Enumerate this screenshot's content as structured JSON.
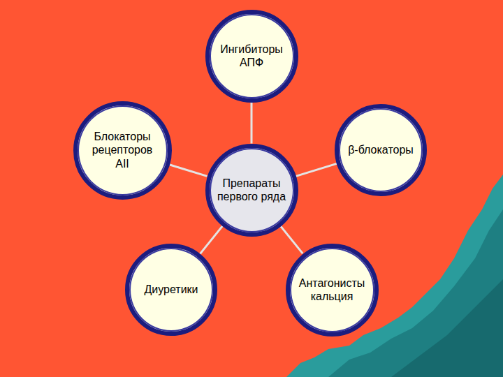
{
  "diagram": {
    "nodes": [
      {
        "text": [
          "Ингибиторы АПФ"
        ]
      },
      {
        "text": [
          "Блокаторы рецепторов AII"
        ]
      },
      {
        "text": [
          "β-блокаторы"
        ]
      },
      {
        "text": [
          "Препараты первого ряда"
        ]
      },
      {
        "text": [
          "Диуретики"
        ]
      },
      {
        "text": [
          "Антагонисты кальция"
        ]
      }
    ],
    "edges": [
      {
        "from": 3,
        "to": 0,
        "arrow": "none"
      },
      {
        "from": 3,
        "to": 1,
        "arrow": "none"
      },
      {
        "from": 3,
        "to": 2,
        "arrow": "none"
      },
      {
        "from": 3,
        "to": 4,
        "arrow": "none"
      },
      {
        "from": 3,
        "to": 5,
        "arrow": "none"
      }
    ]
  }
}
